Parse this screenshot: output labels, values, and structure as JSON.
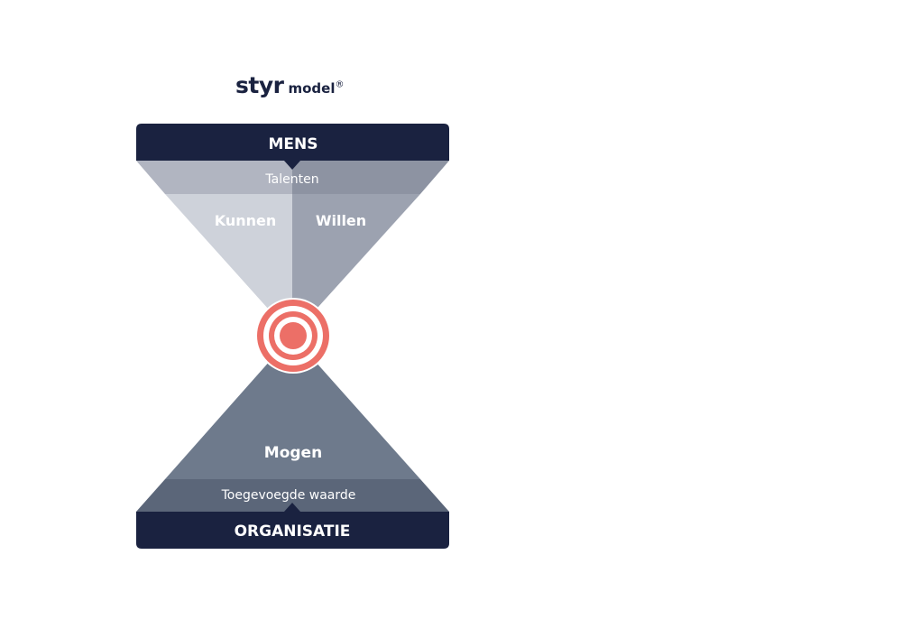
{
  "logo": {
    "wordmark": "styr",
    "subtitle": "model",
    "registered": "®"
  },
  "top_bar": {
    "label": "MENS"
  },
  "top_band": {
    "label": "Talenten"
  },
  "top_left_section": {
    "label": "Kunnen"
  },
  "top_right_section": {
    "label": "Willen"
  },
  "bottom_section": {
    "label": "Mogen"
  },
  "bottom_band": {
    "label": "Toegevoegde waarde"
  },
  "bottom_bar": {
    "label": "ORGANISATIE"
  },
  "colors": {
    "navy": "#1a2240",
    "band_top_left": "#b1b5c1",
    "band_top_right": "#8d93a2",
    "kunnen_fill": "#ced2da",
    "willen_fill": "#9ca2b0",
    "mogen_fill": "#6e7a8c",
    "band_bottom": "#5b6679",
    "target_red": "#ec6f67"
  },
  "icons": {
    "center": "target-icon"
  }
}
